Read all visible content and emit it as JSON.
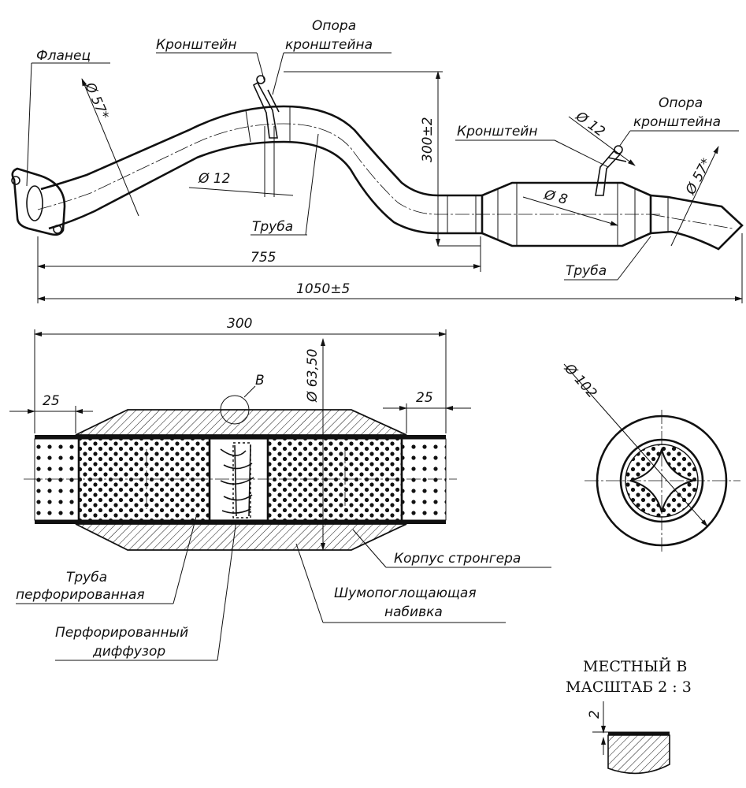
{
  "top_view": {
    "labels": {
      "flange": "Фланец",
      "bracket_1": "Кронштейн",
      "bracket_support_1_line1": "Опора",
      "bracket_support_1_line2": "кронштейна",
      "pipe_1": "Труба",
      "bracket_2": "Кронштейн",
      "bracket_support_2_line1": "Опора",
      "bracket_support_2_line2": "кронштейна",
      "pipe_2": "Труба"
    },
    "dimensions": {
      "dia_57_left": "Ø 57*",
      "dia_12_left": "Ø 12",
      "height_300": "300±2",
      "dia_12_right": "Ø 12",
      "dia_8": "Ø 8",
      "dia_57_right": "Ø 57*",
      "length_755": "755",
      "length_1050": "1050±5"
    }
  },
  "section_view": {
    "dimensions": {
      "length_300": "300",
      "dia_63_50": "Ø 63,50",
      "end_25_left": "25",
      "end_25_right": "25",
      "detail_mark": "В",
      "dia_102": "Ø 102"
    },
    "labels": {
      "housing": "Корпус стронгера",
      "absorbing_fill_line1": "Шумопоглощающая",
      "absorbing_fill_line2": "набивка",
      "perforated_pipe_line1": "Труба",
      "perforated_pipe_line2": "перфорированная",
      "perforated_diffuser_line1": "Перфорированный",
      "perforated_diffuser_line2": "диффузор"
    }
  },
  "detail_view": {
    "title_line1": "МЕСТНЫЙ В",
    "title_line2": "МАСШТАБ 2 : 3",
    "dimension": "2"
  }
}
